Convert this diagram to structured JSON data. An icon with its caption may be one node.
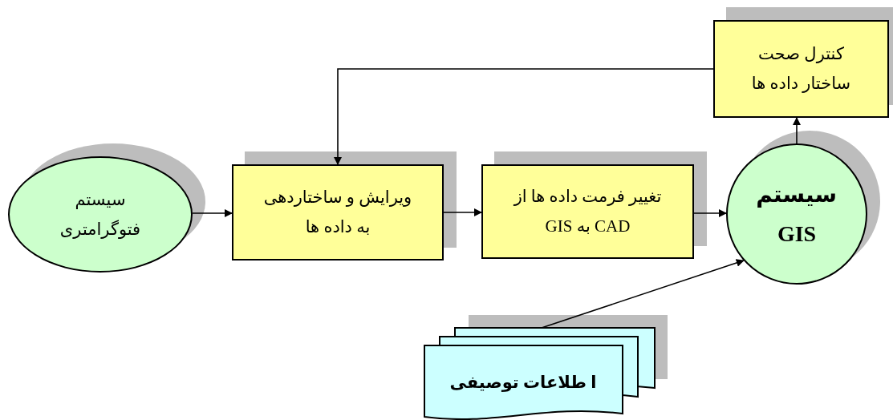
{
  "diagram": {
    "nodes": [
      {
        "text": [
          "سیستم فتوگرامتری"
        ]
      },
      {
        "text": [
          "ویرایش و ساختاردهی به داده ها"
        ]
      },
      {
        "text": [
          "تغییر فرمت داده ها از CAD به GIS"
        ]
      },
      {
        "text": [
          "سیستم GIS"
        ]
      },
      {
        "text": [
          "کنترل صحت ساختار داده ها"
        ]
      },
      {
        "text": [
          "ا طلاعات توصیفی"
        ]
      }
    ],
    "edges": [
      {
        "from": 0,
        "to": 1,
        "arrow": "to"
      },
      {
        "from": 1,
        "to": 2,
        "arrow": "to"
      },
      {
        "from": 2,
        "to": 3,
        "arrow": "to"
      },
      {
        "from": 3,
        "to": 4,
        "arrow": "to"
      },
      {
        "from": 4,
        "to": 1,
        "arrow": "to"
      },
      {
        "from": 5,
        "to": 3,
        "arrow": "to"
      }
    ]
  }
}
